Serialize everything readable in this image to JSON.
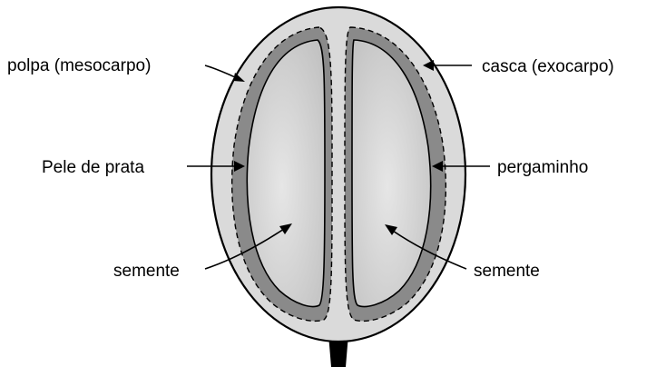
{
  "labels": {
    "pulp": "polpa (mesocarpo)",
    "skin": "casca (exocarpo)",
    "silver_skin": "Pele de prata",
    "parchment": "pergaminho",
    "seed_left": "semente",
    "seed_right": "semente"
  },
  "colors": {
    "pulp_fill": "#dadada",
    "parchment_band": "#8a8a8a",
    "seed_fill": "#c8c8c8",
    "seed_highlight": "#e6e6e6",
    "stem": "#000000",
    "outline": "#000000"
  }
}
